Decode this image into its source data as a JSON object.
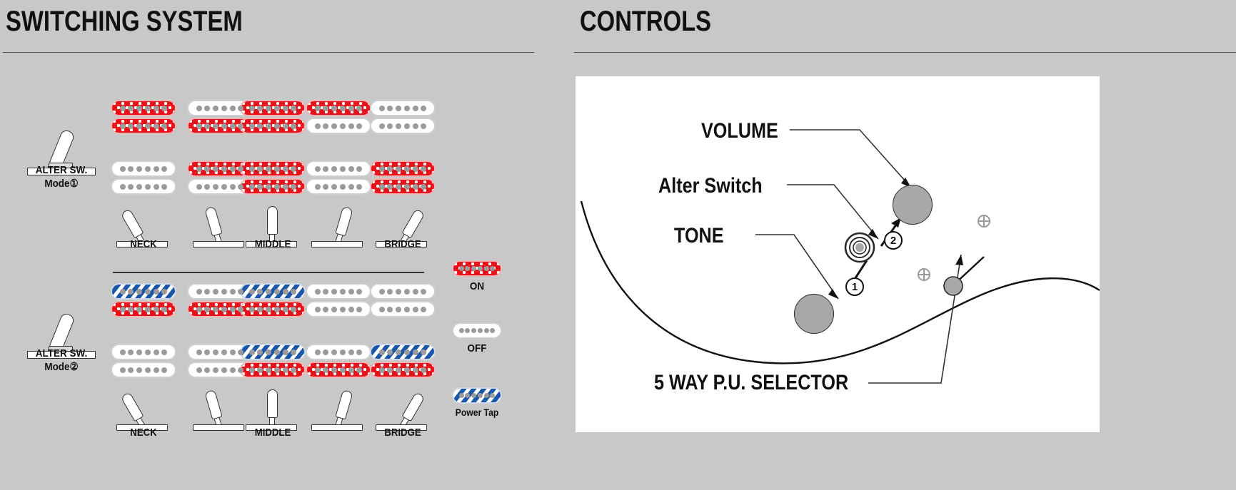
{
  "panels": {
    "switching": {
      "title": "SWITCHING SYSTEM"
    },
    "controls": {
      "title": "CONTROLS"
    }
  },
  "switching_system": {
    "modes": [
      {
        "switch_label_line1": "ALTER SW.",
        "switch_label_line2": "Mode①",
        "rows": [
          {
            "pickups": [
              {
                "top": "on",
                "bottom": "on"
              },
              {
                "top": "off",
                "bottom": "on"
              },
              {
                "top": "on",
                "bottom": "on"
              },
              {
                "top": "on",
                "bottom": "off"
              },
              {
                "top": "off",
                "bottom": "off"
              }
            ]
          },
          {
            "pickups": [
              {
                "top": "off",
                "bottom": "off"
              },
              {
                "top": "on",
                "bottom": "off"
              },
              {
                "top": "on",
                "bottom": "on"
              },
              {
                "top": "off",
                "bottom": "off"
              },
              {
                "top": "on",
                "bottom": "on"
              }
            ]
          }
        ],
        "selector_positions": [
          {
            "label": "NECK",
            "tilt": -30
          },
          {
            "label": "",
            "tilt": -16
          },
          {
            "label": "MIDDLE",
            "tilt": 0
          },
          {
            "label": "",
            "tilt": 16
          },
          {
            "label": "BRIDGE",
            "tilt": 30
          }
        ]
      },
      {
        "switch_label_line1": "ALTER SW.",
        "switch_label_line2": "Mode②",
        "rows": [
          {
            "pickups": [
              {
                "top": "tap",
                "bottom": "on"
              },
              {
                "top": "off",
                "bottom": "on"
              },
              {
                "top": "tap",
                "bottom": "on"
              },
              {
                "top": "off",
                "bottom": "off"
              },
              {
                "top": "off",
                "bottom": "off"
              }
            ]
          },
          {
            "pickups": [
              {
                "top": "off",
                "bottom": "off"
              },
              {
                "top": "off",
                "bottom": "off"
              },
              {
                "top": "tap",
                "bottom": "on"
              },
              {
                "top": "off",
                "bottom": "on"
              },
              {
                "top": "tap",
                "bottom": "on"
              }
            ]
          }
        ],
        "selector_positions": [
          {
            "label": "NECK",
            "tilt": -30
          },
          {
            "label": "",
            "tilt": -16
          },
          {
            "label": "MIDDLE",
            "tilt": 0
          },
          {
            "label": "",
            "tilt": 16
          },
          {
            "label": "BRIDGE",
            "tilt": 30
          }
        ]
      }
    ],
    "legend": [
      {
        "state": "on",
        "label": "ON"
      },
      {
        "state": "off",
        "label": "OFF"
      },
      {
        "state": "tap",
        "label": "Power Tap"
      }
    ]
  },
  "controls": {
    "labels": [
      {
        "text": "VOLUME",
        "size": 30
      },
      {
        "text": "Alter Switch",
        "size": 30
      },
      {
        "text": "TONE",
        "size": 30
      },
      {
        "text": "5 WAY P.U. SELECTOR",
        "size": 30
      }
    ],
    "mode_markers": [
      {
        "text": "1"
      },
      {
        "text": "2"
      }
    ]
  },
  "colors": {
    "background": "#c8c8c8",
    "on_red": "#e8131a",
    "tap_blue": "#1a57a8",
    "off_white": "#ffffff",
    "pole_gray": "#9b9b9b",
    "knob_gray": "#a8a8a8",
    "text": "#111111"
  }
}
